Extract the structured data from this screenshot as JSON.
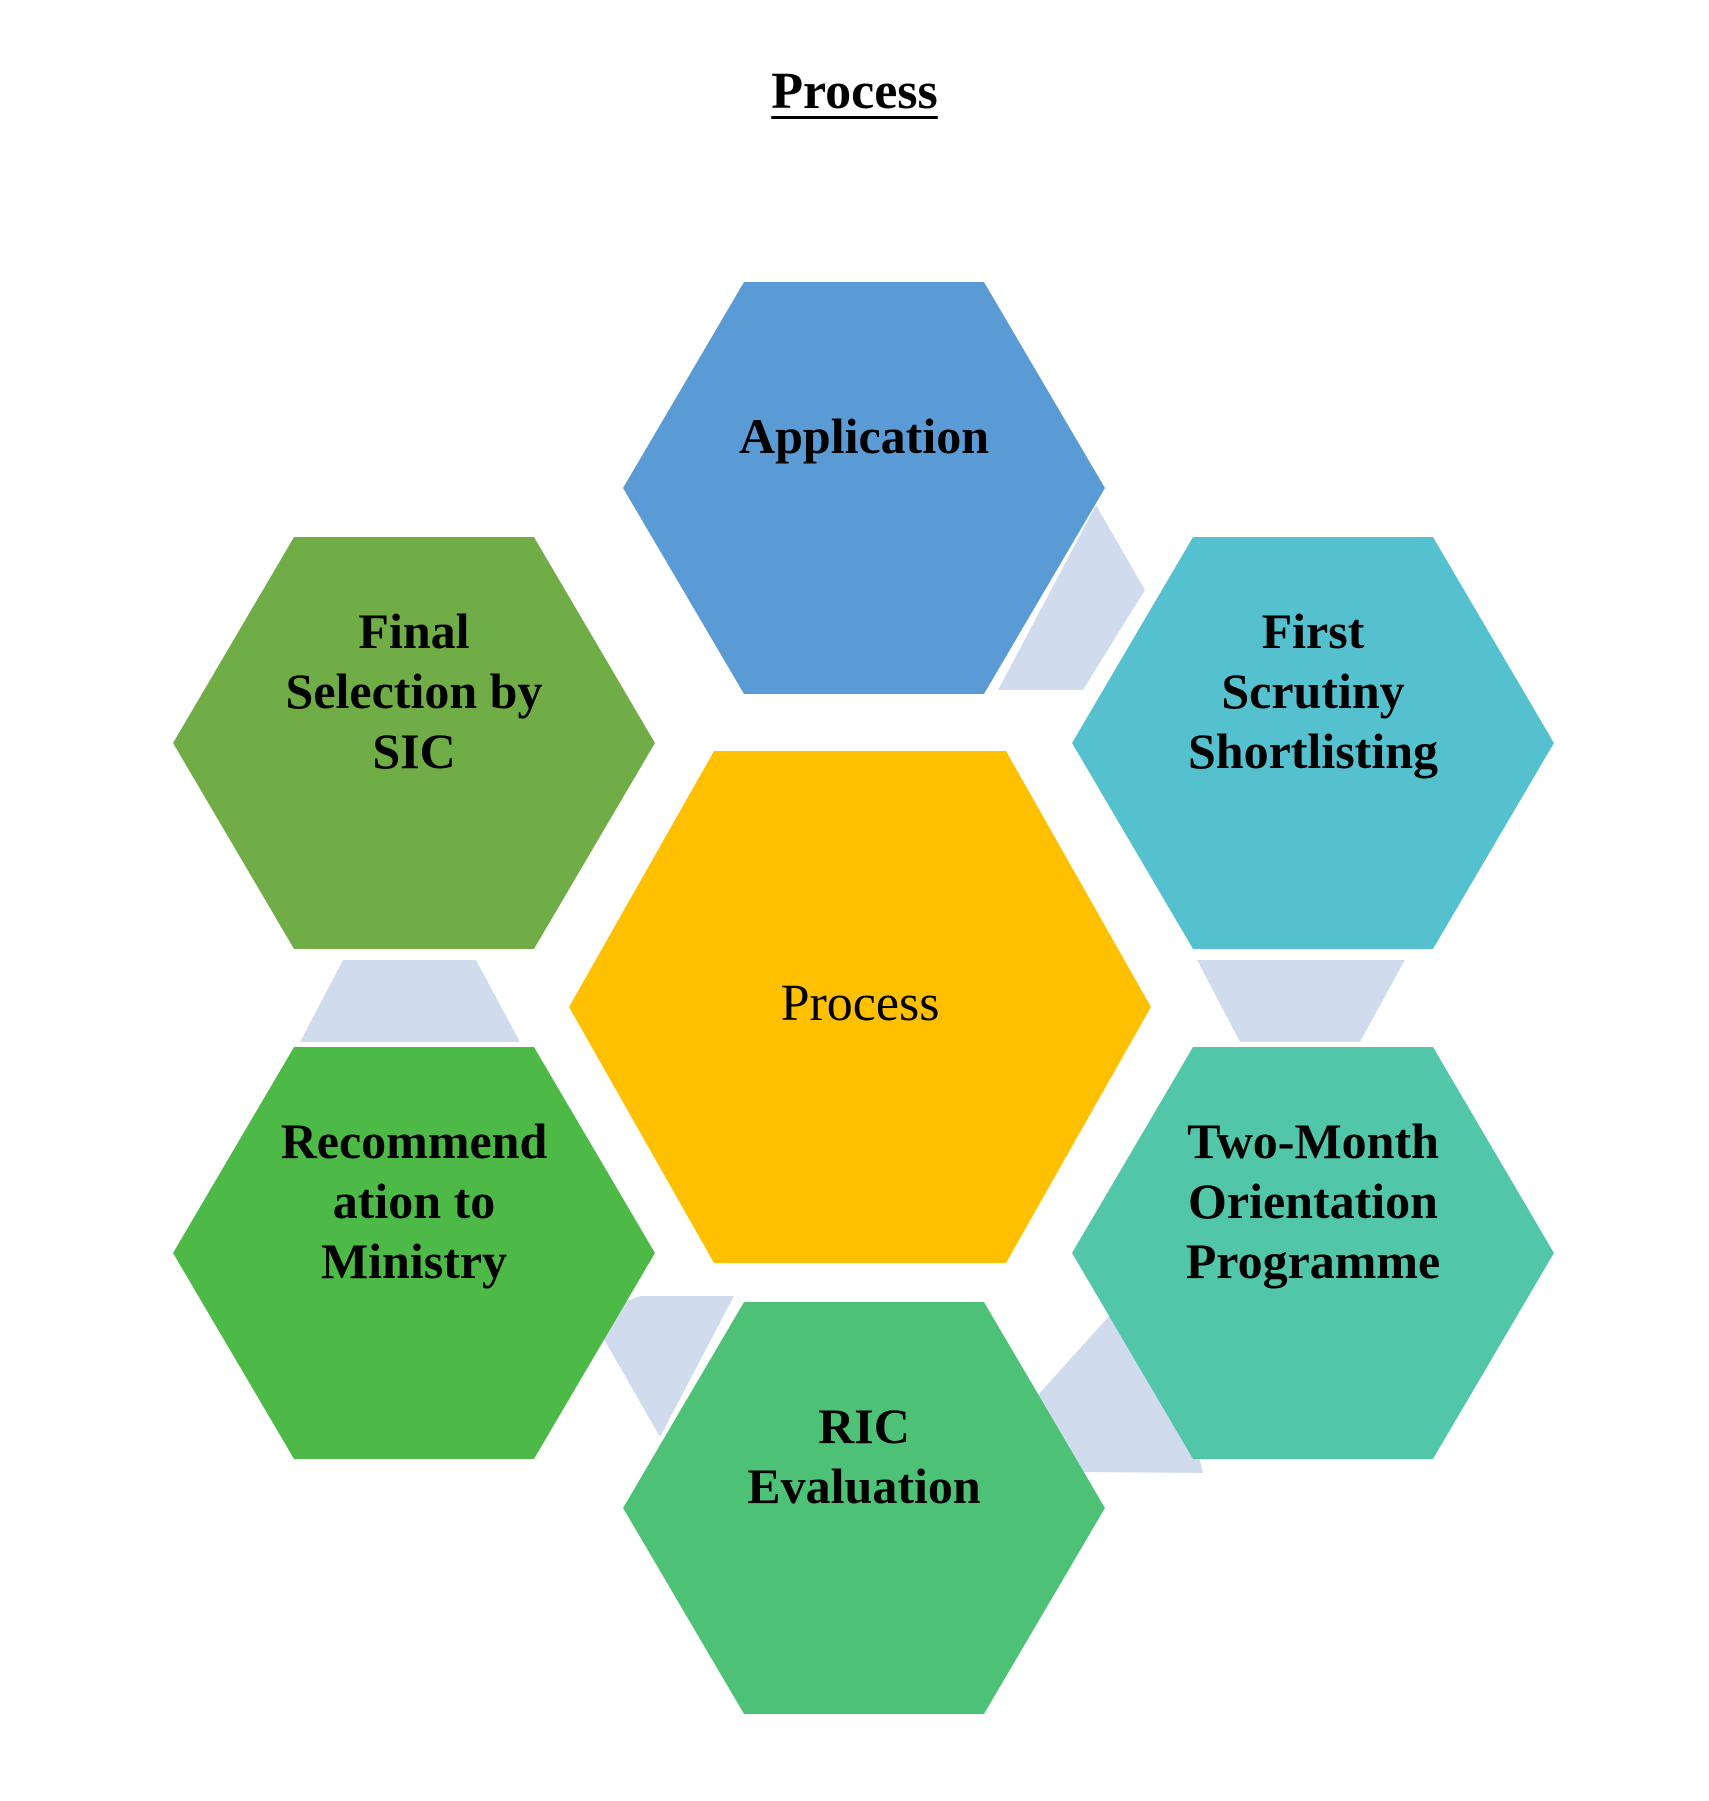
{
  "title": "Process",
  "center": {
    "label": "Process",
    "color": "#FFC000"
  },
  "connector_color": "#D0DCEE",
  "steps": [
    {
      "lines": [
        "Application"
      ],
      "color": "#5B9BD5"
    },
    {
      "lines": [
        "First",
        "Scrutiny",
        "Shortlisting"
      ],
      "color": "#56C1CE"
    },
    {
      "lines": [
        "Two-Month",
        "Orientation",
        "Programme"
      ],
      "color": "#52C6A8"
    },
    {
      "lines": [
        "RIC",
        "Evaluation"
      ],
      "color": "#4DC276"
    },
    {
      "lines": [
        "Recommend",
        "ation to",
        "Ministry"
      ],
      "color": "#4DBA48"
    },
    {
      "lines": [
        "Final",
        "Selection by",
        "SIC"
      ],
      "color": "#71AD47"
    }
  ]
}
